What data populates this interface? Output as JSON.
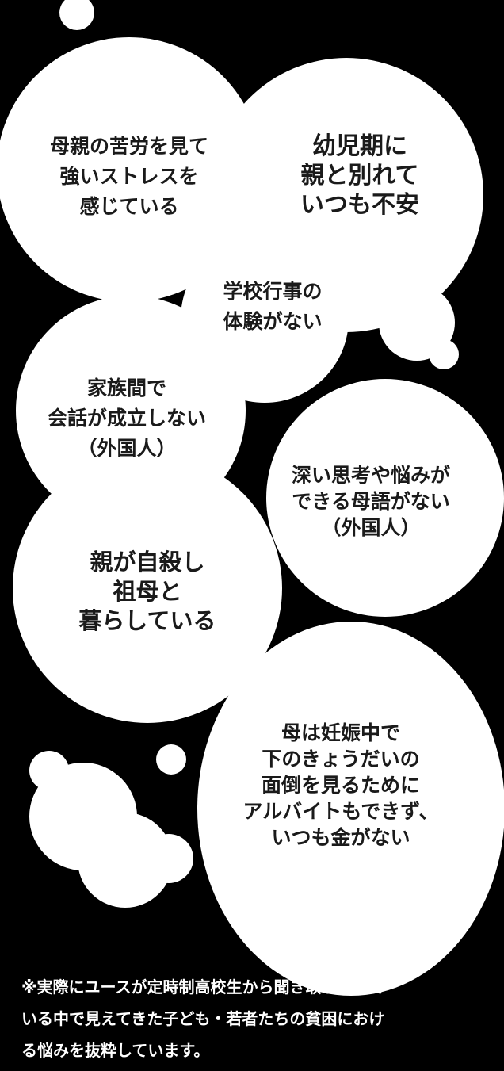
{
  "colors": {
    "background": "#000000",
    "bubble": "#ffffff",
    "bubble_text": "#1a1a1a",
    "caption_text": "#ffffff"
  },
  "bubbles": [
    {
      "id": "stress",
      "lines": [
        "母親の苦労を見て",
        "強いストレスを",
        "感じている"
      ]
    },
    {
      "id": "separation",
      "lines": [
        "幼児期に",
        "親と別れて",
        "いつも不安"
      ]
    },
    {
      "id": "school-events",
      "lines": [
        "学校行事の",
        "体験がない"
      ]
    },
    {
      "id": "family-talk",
      "lines": [
        "家族間で",
        "会話が成立しない",
        "（外国人）"
      ]
    },
    {
      "id": "mother-tongue",
      "lines": [
        "深い思考や悩みが",
        "できる母語がない",
        "（外国人）"
      ]
    },
    {
      "id": "suicide",
      "lines": [
        "親が自殺し",
        "祖母と",
        "暮らしている"
      ]
    },
    {
      "id": "pregnant",
      "lines": [
        "母は妊娠中で",
        "下のきょうだいの",
        "面倒を見るために",
        "アルバイトもできず、",
        "いつも金がない"
      ]
    }
  ],
  "caption": {
    "lines": [
      "※実際にユースが定時制高校生から聞き取りをして",
      "いる中で見えてきた子ども・若者たちの貧困におけ",
      "る悩みを抜粋しています。"
    ]
  }
}
